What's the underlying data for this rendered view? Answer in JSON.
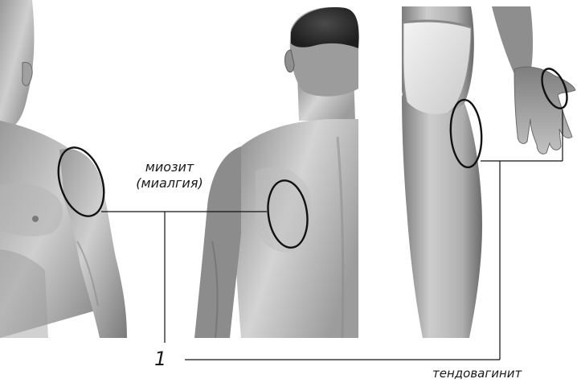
{
  "labels": {
    "myositis_line1": "миозит",
    "myositis_line2": "(миалгия)",
    "number": "1",
    "tendovaginitis": "тендовагинит"
  },
  "figures": [
    {
      "name": "front-torso",
      "description": "male torso front view, right shoulder and arm"
    },
    {
      "name": "back-torso",
      "description": "male back view, head and left shoulder blade"
    },
    {
      "name": "leg-and-hand",
      "description": "thigh with buttocks and a hand"
    }
  ],
  "colors": {
    "skin_light": "#d6d6d6",
    "skin_mid": "#a8a8a8",
    "skin_dark": "#5e5e5e",
    "outline": "#111111",
    "hair": "#2f2f2f"
  }
}
